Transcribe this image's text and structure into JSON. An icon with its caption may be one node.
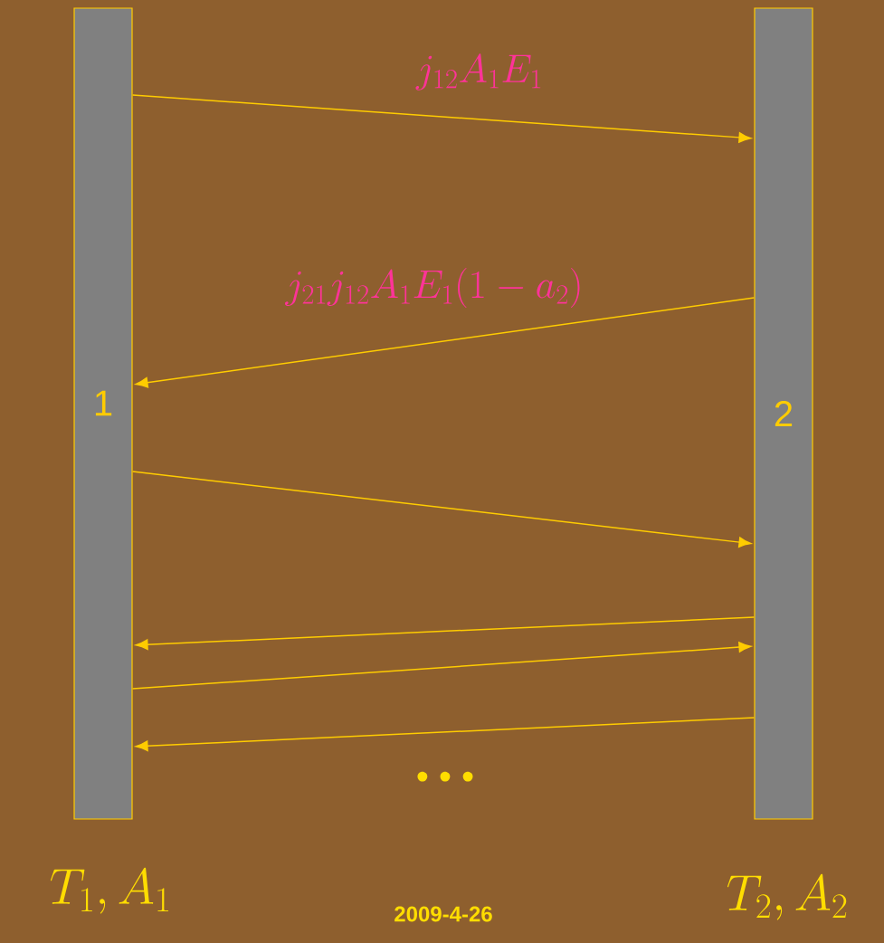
{
  "diagram": {
    "nodes": [
      {
        "text": [
          "1"
        ]
      },
      {
        "text": [
          "2"
        ]
      }
    ],
    "edges": [
      {
        "from": 0,
        "to": 1,
        "arrow": "to",
        "label": "j_{12}A_1E_1"
      },
      {
        "from": 1,
        "to": 0,
        "arrow": "to",
        "label": "j_{21}j_{12}A_1E_1(1-a_2)"
      },
      {
        "from": 0,
        "to": 1,
        "arrow": "to"
      },
      {
        "from": 1,
        "to": 0,
        "arrow": "to"
      },
      {
        "from": 0,
        "to": 1,
        "arrow": "to"
      },
      {
        "from": 1,
        "to": 0,
        "arrow": "to"
      }
    ],
    "labels": [
      "• • •",
      "T_1, A_1",
      "T_2, A_2",
      "2009-4-26"
    ]
  }
}
